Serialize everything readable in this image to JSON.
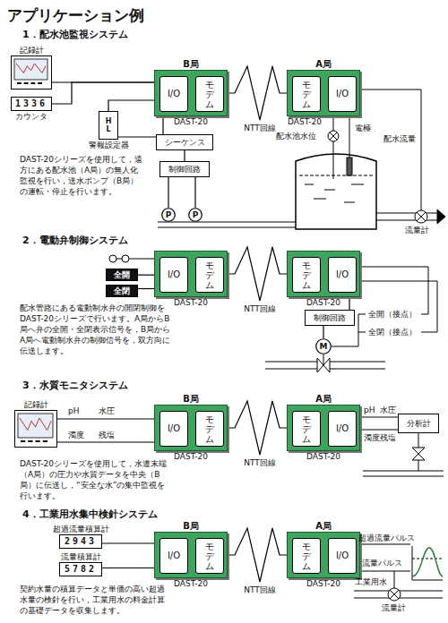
{
  "diagram": {
    "title": "アプリケーション例",
    "nodes": [
      {
        "text": [
          "記録計"
        ]
      },
      {
        "text": [
          "1336",
          "カウンタ"
        ]
      },
      {
        "text": [
          "H",
          "L",
          "警報設定器"
        ]
      },
      {
        "text": [
          "B局",
          "DAST-20"
        ]
      },
      {
        "text": [
          "I/O"
        ],
        "in": 3
      },
      {
        "text": [
          "モデム"
        ],
        "in": 3
      },
      {
        "text": [
          "A局",
          "DAST-20"
        ]
      },
      {
        "text": [
          "モデム"
        ],
        "in": 6
      },
      {
        "text": [
          "I/O"
        ],
        "in": 6
      },
      {
        "text": [
          "シーケンス"
        ]
      },
      {
        "text": [
          "制御回路"
        ]
      },
      {
        "text": [
          "P"
        ]
      },
      {
        "text": [
          "P"
        ]
      },
      {
        "text": [
          "全開"
        ]
      },
      {
        "text": [
          "全閉"
        ]
      },
      {
        "text": [
          "DAST-20"
        ]
      },
      {
        "text": [
          "I/O"
        ],
        "in": 15
      },
      {
        "text": [
          "モデム"
        ],
        "in": 15
      },
      {
        "text": [
          "DAST-20"
        ]
      },
      {
        "text": [
          "モデム"
        ],
        "in": 18
      },
      {
        "text": [
          "I/O"
        ],
        "in": 18
      },
      {
        "text": [
          "制御回路"
        ]
      },
      {
        "text": [
          "M"
        ]
      },
      {
        "text": [
          "記録計"
        ]
      },
      {
        "text": [
          "B局",
          "DAST-20"
        ]
      },
      {
        "text": [
          "I/O"
        ],
        "in": 24
      },
      {
        "text": [
          "モデム"
        ],
        "in": 24
      },
      {
        "text": [
          "A局",
          "DAST-20"
        ]
      },
      {
        "text": [
          "モデム"
        ],
        "in": 27
      },
      {
        "text": [
          "I/O"
        ],
        "in": 27
      },
      {
        "text": [
          "分析計"
        ]
      },
      {
        "text": [
          "超過流量積算計",
          "2943"
        ]
      },
      {
        "text": [
          "流量積算計",
          "5782"
        ]
      },
      {
        "text": [
          "B局",
          "DAST-20"
        ]
      },
      {
        "text": [
          "I/O"
        ],
        "in": 33
      },
      {
        "text": [
          "モデム"
        ],
        "in": 33
      },
      {
        "text": [
          "A局",
          "DAST-20"
        ]
      },
      {
        "text": [
          "モデム"
        ],
        "in": 36
      },
      {
        "text": [
          "I/O"
        ],
        "in": 36
      }
    ],
    "edges": [
      {
        "from": 4,
        "to": 0,
        "arrow": "none"
      },
      {
        "from": 4,
        "to": 1,
        "arrow": "none"
      },
      {
        "from": 4,
        "to": 2,
        "arrow": "none"
      },
      {
        "from": 4,
        "to": 9,
        "arrow": "none"
      },
      {
        "from": 2,
        "to": 9,
        "arrow": "none"
      },
      {
        "from": 9,
        "to": 10,
        "arrow": "none"
      },
      {
        "from": 10,
        "to": 11,
        "arrow": "none"
      },
      {
        "from": 10,
        "to": 12,
        "arrow": "none"
      },
      {
        "from": 5,
        "to": 7,
        "label": "NTT回線",
        "arrow": "none"
      },
      {
        "from": 16,
        "to": 13,
        "arrow": "none"
      },
      {
        "from": 16,
        "to": 14,
        "arrow": "none"
      },
      {
        "from": 17,
        "to": 19,
        "label": "NTT回線",
        "arrow": "none"
      },
      {
        "from": 20,
        "to": 21,
        "arrow": "none"
      },
      {
        "from": 21,
        "to": 22,
        "arrow": "none"
      },
      {
        "from": 25,
        "to": 23,
        "arrow": "none"
      },
      {
        "from": 26,
        "to": 28,
        "label": "NTT回線",
        "arrow": "none"
      },
      {
        "from": 29,
        "to": 30,
        "arrow": "none"
      },
      {
        "from": 34,
        "to": 31,
        "arrow": "none"
      },
      {
        "from": 34,
        "to": 32,
        "arrow": "none"
      },
      {
        "from": 35,
        "to": 37,
        "label": "NTT回線",
        "arrow": "none"
      }
    ],
    "labels": [
      "1．配水池監視システム",
      "DAST-20シリーズを使用して，遠方にある配水池（A局）の無人化監視を行い，送水ポンプ（B局）の運転・停止を行います。",
      "配水池水位",
      "電極",
      "配水流量",
      "流量計",
      "2．電動弁制御システム",
      "配水管路にある電動制水弁の開閉制御をDAST-20シリーズで行います。A局からB局へ弁の全開・全閉表示信号を，B局からA局へ電動制水弁の制御信号を，双方向に伝送します。",
      "全開（接点）",
      "全閉（接点）",
      "3．水質モニタシステム",
      "pH",
      "水圧",
      "濁度",
      "残塩",
      "pH",
      "水圧",
      "濁度",
      "残塩",
      "DAST-20シリーズを使用して，水道末端（A局）の圧力や水質データを中央（B局）に伝送し，“安全な水”の集中監視を行います。",
      "4．工業用水集中検針システム",
      "超過流量パルス",
      "流量パルス",
      "工業用水",
      "流量計",
      "契約水量の積算データと単価の高い超過水量の検針を行い，工業用水の料金計算の基礎データを収集します。"
    ]
  }
}
